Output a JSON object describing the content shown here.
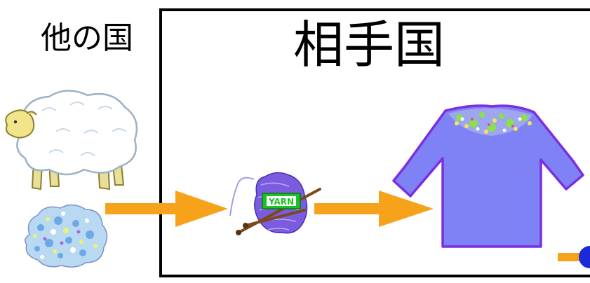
{
  "labels": {
    "other_country": "他の国",
    "partner_country": "相手国"
  },
  "yarn_tag": "YARN",
  "colors": {
    "arrow": "#f7a21b",
    "box_border": "#000000",
    "sweater_fill": "#7f82f5",
    "sweater_outline": "#7b2fe0",
    "yarn": "#7b5ce0",
    "tag_green": "#19c21f",
    "dot_blue": "#1a2ad8"
  },
  "icons": [
    "sheep-illustration",
    "wool-clump-illustration",
    "yarn-ball-illustration",
    "sweater-illustration",
    "arrow-right-icon"
  ]
}
